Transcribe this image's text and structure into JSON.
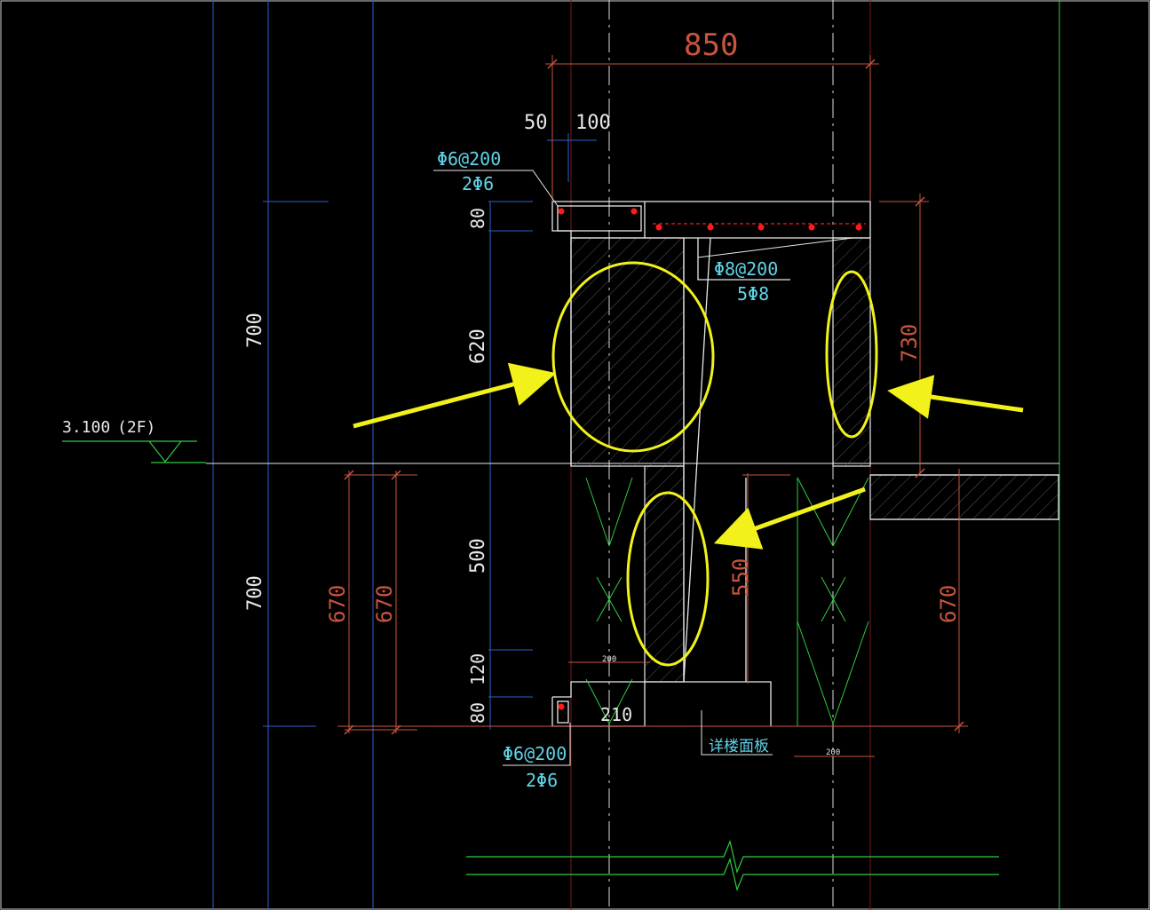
{
  "drawing": {
    "colors": {
      "background": "#000000",
      "grid_blue": "#2f5fd0",
      "dimension": "#c8553d",
      "rebar_label": "#5fd3e6",
      "outline": "#e8e8e8",
      "rebar_dot": "#ff1a1a",
      "level_green": "#2ecc40",
      "annotation": "#f2f21a"
    },
    "dims": {
      "width_850": "850",
      "d50": "50",
      "d100": "100",
      "v80_top": "80",
      "v620": "620",
      "v700_top": "700",
      "v700_bot": "700",
      "v500": "500",
      "v120": "120",
      "v80_bot": "80",
      "v670_a": "670",
      "v670_b": "670",
      "v550": "550",
      "v730": "730",
      "v670_right": "670",
      "d200_left": "200",
      "d200_right": "200",
      "d210": "210"
    },
    "rebar": {
      "top_left_stirrup": "Φ6@200",
      "top_left_bars": "2Φ6",
      "mid_stirrup": "Φ8@200",
      "mid_bars": "5Φ8",
      "bot_left_stirrup": "Φ6@200",
      "bot_left_bars": "2Φ6"
    },
    "level": {
      "value": "3.100",
      "floor": "(2F)"
    },
    "note": "详楼面板"
  }
}
